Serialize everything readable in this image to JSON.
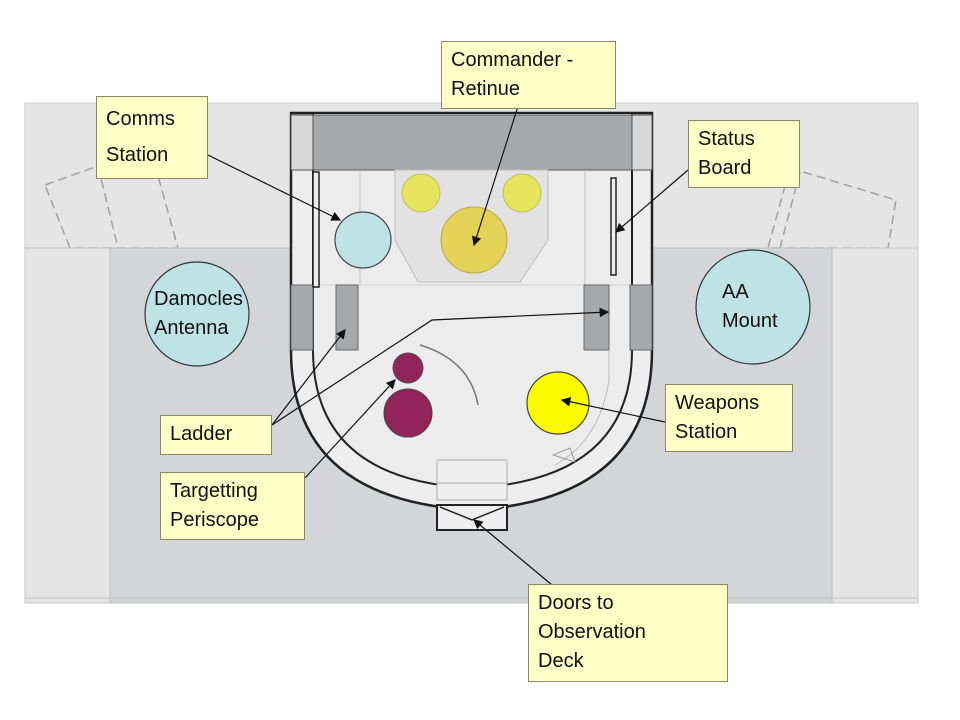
{
  "labels": {
    "commander": [
      "Commander -",
      "Retinue"
    ],
    "comms": [
      "Comms",
      "Station"
    ],
    "status_board": [
      "Status",
      "Board"
    ],
    "damocles": [
      "Damocles",
      "Antenna"
    ],
    "aa_mount": [
      "AA",
      "Mount"
    ],
    "ladder": [
      "Ladder"
    ],
    "targetting": [
      "Targetting",
      "Periscope"
    ],
    "weapons": [
      "Weapons",
      "Station"
    ],
    "doors": [
      "Doors to",
      "Observation",
      "Deck"
    ]
  },
  "colors": {
    "background": "#ffffff",
    "outer_deck": "#e4e5e4",
    "hull": "#d3d5d9",
    "turret_floor": "#eeeeee",
    "dark_panel": "#a7a8aa",
    "darker_panel": "#8f9092",
    "light_blue": "#bfe2e6",
    "yellow_light": "#e6e35c",
    "yellow_gold": "#e3d255",
    "yellow_bright": "#fcfc00",
    "maroon": "#93245b",
    "callout_bg": "#ffffc8"
  }
}
